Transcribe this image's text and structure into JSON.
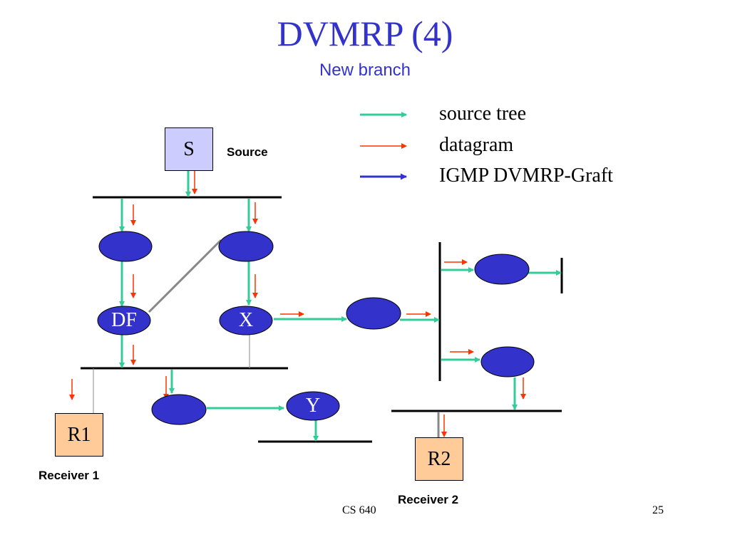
{
  "slide": {
    "title": "DVMRP (4)",
    "subtitle": "New branch",
    "footer_course": "CS 640",
    "page_number": "25"
  },
  "legend": [
    {
      "label": "source tree",
      "color": "#33cc99"
    },
    {
      "label": "datagram",
      "color": "#ff3300"
    },
    {
      "label": "IGMP DVMRP-Graft",
      "color": "#3333cc"
    }
  ],
  "nodes": {
    "source_box": "S",
    "source_caption": "Source",
    "router_df": "DF",
    "router_x": "X",
    "router_y": "Y",
    "receiver1_box": "R1",
    "receiver1_caption": "Receiver 1",
    "receiver2_box": "R2",
    "receiver2_caption": "Receiver 2"
  },
  "colors": {
    "router_fill": "#3333cc",
    "source_tree": "#33cc99",
    "datagram": "#ff3300",
    "graft": "#3333cc",
    "link_gray": "#888888"
  }
}
